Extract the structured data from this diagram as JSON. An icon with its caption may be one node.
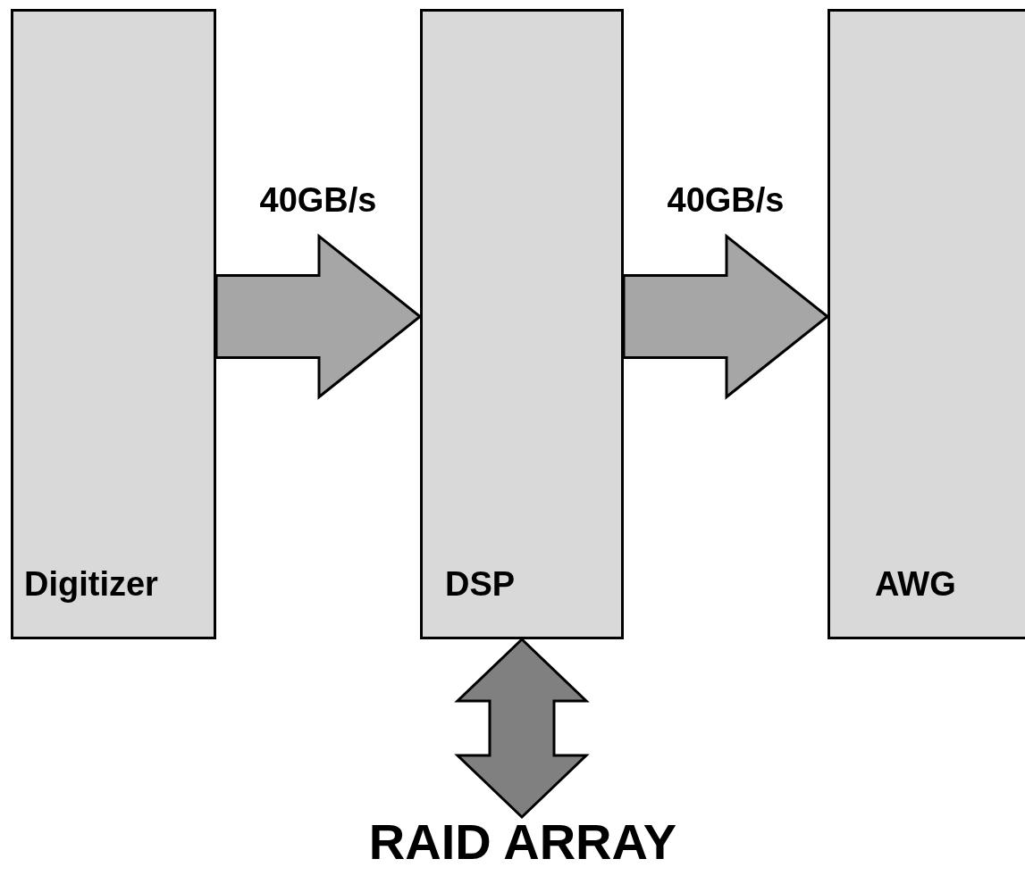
{
  "diagram": {
    "nodes": [
      {
        "text": [
          "Digitizer"
        ]
      },
      {
        "text": [
          "DSP"
        ]
      },
      {
        "text": [
          "AWG"
        ]
      },
      {
        "text": [
          "RAID ARRAY"
        ]
      }
    ],
    "edges": [
      {
        "from": 0,
        "to": 1,
        "arrow": "to",
        "label": "40GB/s",
        "style": "thick"
      },
      {
        "from": 1,
        "to": 2,
        "arrow": "to",
        "label": "40GB/s",
        "style": "thick"
      },
      {
        "from": 1,
        "to": 3,
        "arrow": "both",
        "style": "thick",
        "color": "#808080"
      }
    ]
  }
}
